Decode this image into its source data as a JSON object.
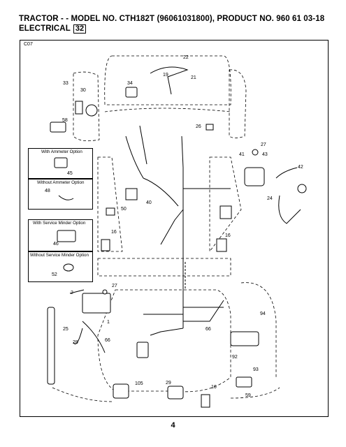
{
  "header": {
    "line1": "TRACTOR - - MODEL NO. CTH182T   (96061031800), PRODUCT NO. 960 61 03-18",
    "line2": "ELECTRICAL",
    "section_number": "32"
  },
  "diagram_code": "C07",
  "options": {
    "with_ammeter": "With Ammeter Option",
    "without_ammeter": "Without Ammeter Option",
    "with_service_minder": "With Service Minder Option",
    "without_service_minder": "Without Service Minder Option"
  },
  "callouts": {
    "c22": "22",
    "c19": "19",
    "c21": "21",
    "c33": "33",
    "c30": "30",
    "c34": "34",
    "c58": "58",
    "c26": "26",
    "c27a": "27",
    "c41": "41",
    "c43": "43",
    "c42": "42",
    "c45": "45",
    "c48": "48",
    "c24": "24",
    "c50": "50",
    "c40": "40",
    "c46": "46",
    "c16a": "16",
    "c16b": "16",
    "c52": "52",
    "c27b": "27",
    "c2": "2",
    "c1": "1",
    "c94": "94",
    "c25": "25",
    "c66a": "66",
    "c28": "28",
    "c66b": "66",
    "c92": "92",
    "c93": "93",
    "c105": "105",
    "c29": "29",
    "c16c": "16",
    "c59": "59"
  },
  "page_number": "4"
}
